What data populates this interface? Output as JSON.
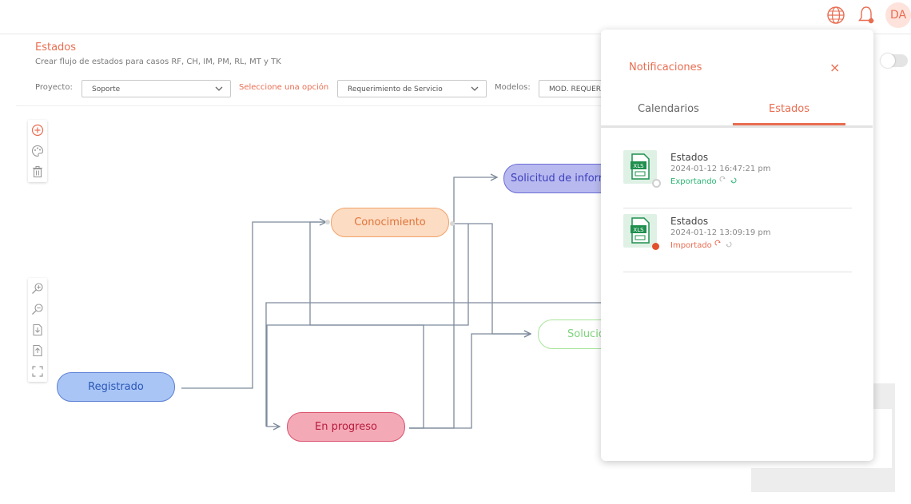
{
  "header": {
    "avatar_initials": "DA",
    "icons": [
      "globe-icon",
      "bell-icon"
    ],
    "accent_color": "#e96d51"
  },
  "page": {
    "title": "Estados",
    "subtitle": "Crear flujo de estados para casos RF, CH, IM, PM, RL, MT y TK"
  },
  "filters": {
    "project_label": "Proyecto:",
    "project_value": "Soporte",
    "option_label": "Seleccione una opción",
    "option_value": "Requerimiento de Servicio",
    "models_label": "Modelos:",
    "models_value": "MOD. REQUERIMIENTO"
  },
  "toolbar_top": [
    "add-icon",
    "palette-icon",
    "trash-icon"
  ],
  "toolbar_zoom": [
    "zoom-in-icon",
    "zoom-out-icon",
    "download-icon",
    "upload-icon",
    "fullscreen-icon"
  ],
  "flow": {
    "nodes": {
      "registrado": "Registrado",
      "conocimiento": "Conocimiento",
      "solicitud": "Solicitud de información",
      "solucion": "Solucionado",
      "en_progreso": "En progreso"
    },
    "colors": {
      "registrado": "#a9c5f5",
      "conocimiento": "#fcdcc3",
      "solicitud": "#b8b9ee",
      "en_progreso": "#f4a9b6",
      "solucion": "#ffffff",
      "edge": "#7d8a9c"
    }
  },
  "notifications": {
    "title": "Notificaciones",
    "close_glyph": "×",
    "tabs": [
      "Calendarios",
      "Estados"
    ],
    "active_tab": "Estados",
    "items": [
      {
        "title": "Estados",
        "date": "2024-01-12 16:47:21 pm",
        "status": "Exportando",
        "status_color": "#2bb673",
        "file_type": "XLS"
      },
      {
        "title": "Estados",
        "date": "2024-01-12 13:09:19 pm",
        "status": "Importado",
        "status_color": "#e96d51",
        "file_type": "XLS"
      }
    ]
  }
}
